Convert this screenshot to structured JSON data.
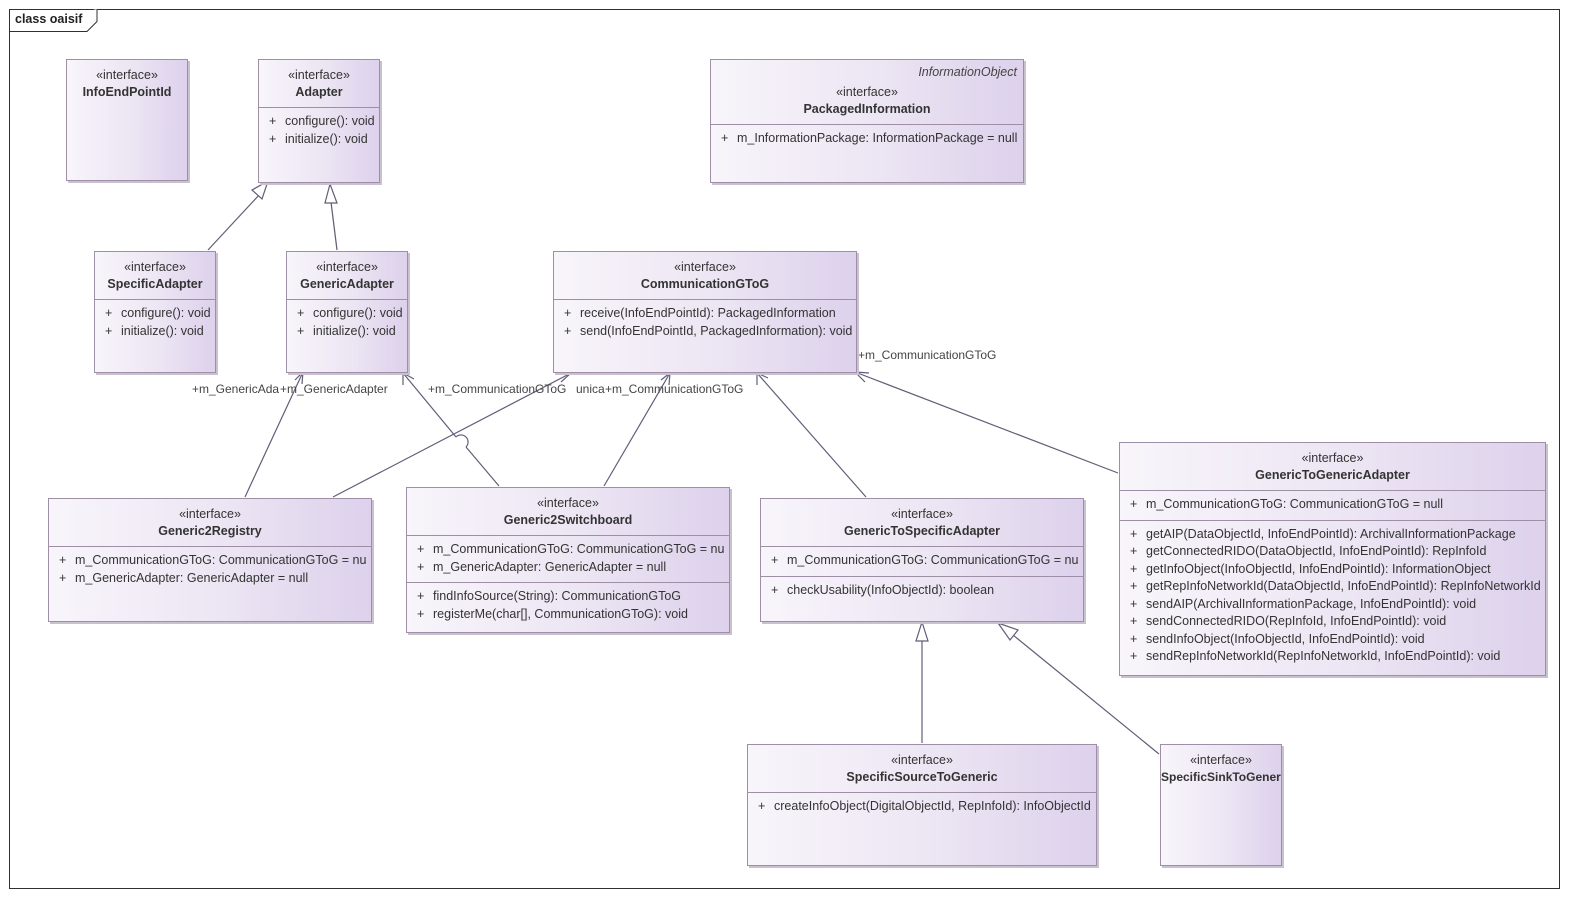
{
  "diagram": {
    "frame_title": "class oaisif",
    "stereotype": "«interface»"
  },
  "classes": {
    "infoendpointid": {
      "name": "InfoEndPointId"
    },
    "adapter": {
      "name": "Adapter",
      "operations": [
        "configure(): void",
        "initialize(): void"
      ]
    },
    "packagedinformation": {
      "tag": "InformationObject",
      "name": "PackagedInformation",
      "attributes": [
        "m_InformationPackage: InformationPackage = null"
      ]
    },
    "specificadapter": {
      "name": "SpecificAdapter",
      "operations": [
        "configure(): void",
        "initialize(): void"
      ]
    },
    "genericadapter": {
      "name": "GenericAdapter",
      "operations": [
        "configure(): void",
        "initialize(): void"
      ]
    },
    "communicationgtog": {
      "name": "CommunicationGToG",
      "operations": [
        "receive(InfoEndPointId): PackagedInformation",
        "send(InfoEndPointId, PackagedInformation): void"
      ]
    },
    "generic2registry": {
      "name": "Generic2Registry",
      "attributes": [
        "m_CommunicationGToG: CommunicationGToG = null",
        "m_GenericAdapter: GenericAdapter = null"
      ]
    },
    "generic2switchboard": {
      "name": "Generic2Switchboard",
      "attributes": [
        "m_CommunicationGToG: CommunicationGToG = null",
        "m_GenericAdapter: GenericAdapter = null"
      ],
      "operations": [
        "findInfoSource(String): CommunicationGToG",
        "registerMe(char[], CommunicationGToG): void"
      ]
    },
    "generictospecificadapter": {
      "name": "GenericToSpecificAdapter",
      "attributes": [
        "m_CommunicationGToG: CommunicationGToG = null"
      ],
      "operations": [
        "checkUsability(InfoObjectId): boolean"
      ]
    },
    "generictogenericadapter": {
      "name": "GenericToGenericAdapter",
      "attributes": [
        "m_CommunicationGToG: CommunicationGToG = null"
      ],
      "operations": [
        "getAIP(DataObjectId, InfoEndPointId): ArchivalInformationPackage",
        "getConnectedRIDO(DataObjectId, InfoEndPointId): RepInfoId",
        "getInfoObject(InfoObjectId, InfoEndPointId): InformationObject",
        "getRepInfoNetworkId(DataObjectId, InfoEndPointId): RepInfoNetworkId",
        "sendAIP(ArchivalInformationPackage, InfoEndPointId): void",
        "sendConnectedRIDO(RepInfoId, InfoEndPointId): void",
        "sendInfoObject(InfoObjectId, InfoEndPointId): void",
        "sendRepInfoNetworkId(RepInfoNetworkId, InfoEndPointId): void"
      ]
    },
    "specificsourcetogeneric": {
      "name": "SpecificSourceToGeneric",
      "operations": [
        "createInfoObject(DigitalObjectId, RepInfoId): InfoObjectId"
      ]
    },
    "specificsinktogeneric": {
      "name": "SpecificSinkToGeneric"
    }
  },
  "visibility": "+",
  "roles": {
    "registry_genericadapter": "+m_GenericAda",
    "switchboard_genericadapter": "+m_GenericAdapter",
    "registry_comm": "+m_CommunicationGToG",
    "switchboard_comm_overlap": "unica",
    "switchboard_comm": "+m_CommunicationGToG",
    "gtog_comm": "+m_CommunicationGToG"
  },
  "style": {
    "line_color": "#5f5f77",
    "border_color": "#9e8fa6",
    "fill_light": "#f8f5fb",
    "fill_dark": "#ddd1ec"
  }
}
